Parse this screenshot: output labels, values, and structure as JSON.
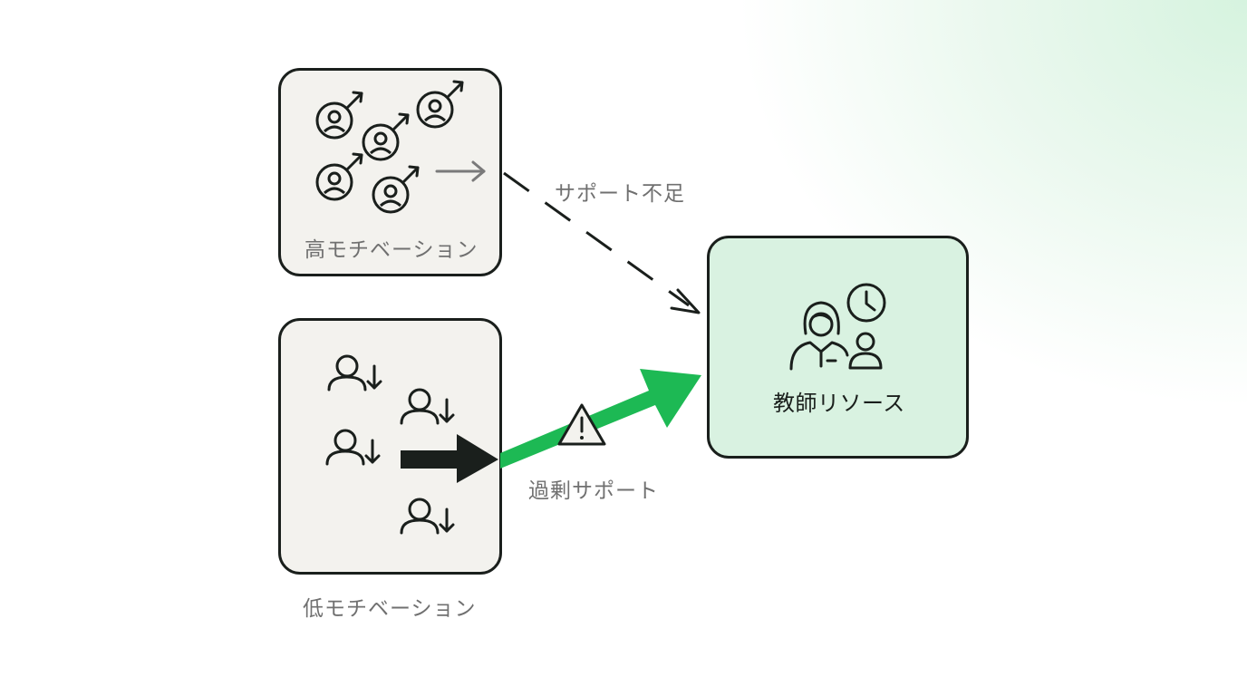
{
  "groups": {
    "high": {
      "label": "高モチベーション",
      "icon": "person-up-arrow-icon"
    },
    "low": {
      "label": "低モチベーション",
      "icon": "person-down-arrow-icon"
    }
  },
  "teacher": {
    "label": "教師リソース",
    "icon": "teacher-clock-student-icon"
  },
  "flows": {
    "under": {
      "label": "サポート不足",
      "style": "dashed",
      "color": "#1a1f1c"
    },
    "over": {
      "label": "過剰サポート",
      "style": "thick",
      "color": "#1db954",
      "warning_icon": "warning-triangle-icon"
    }
  },
  "colors": {
    "accent": "#1db954",
    "ink": "#1a1f1c",
    "muted": "#707070",
    "teacher_bg": "#d9f2e1",
    "box_bg": "#f3f2ee"
  }
}
